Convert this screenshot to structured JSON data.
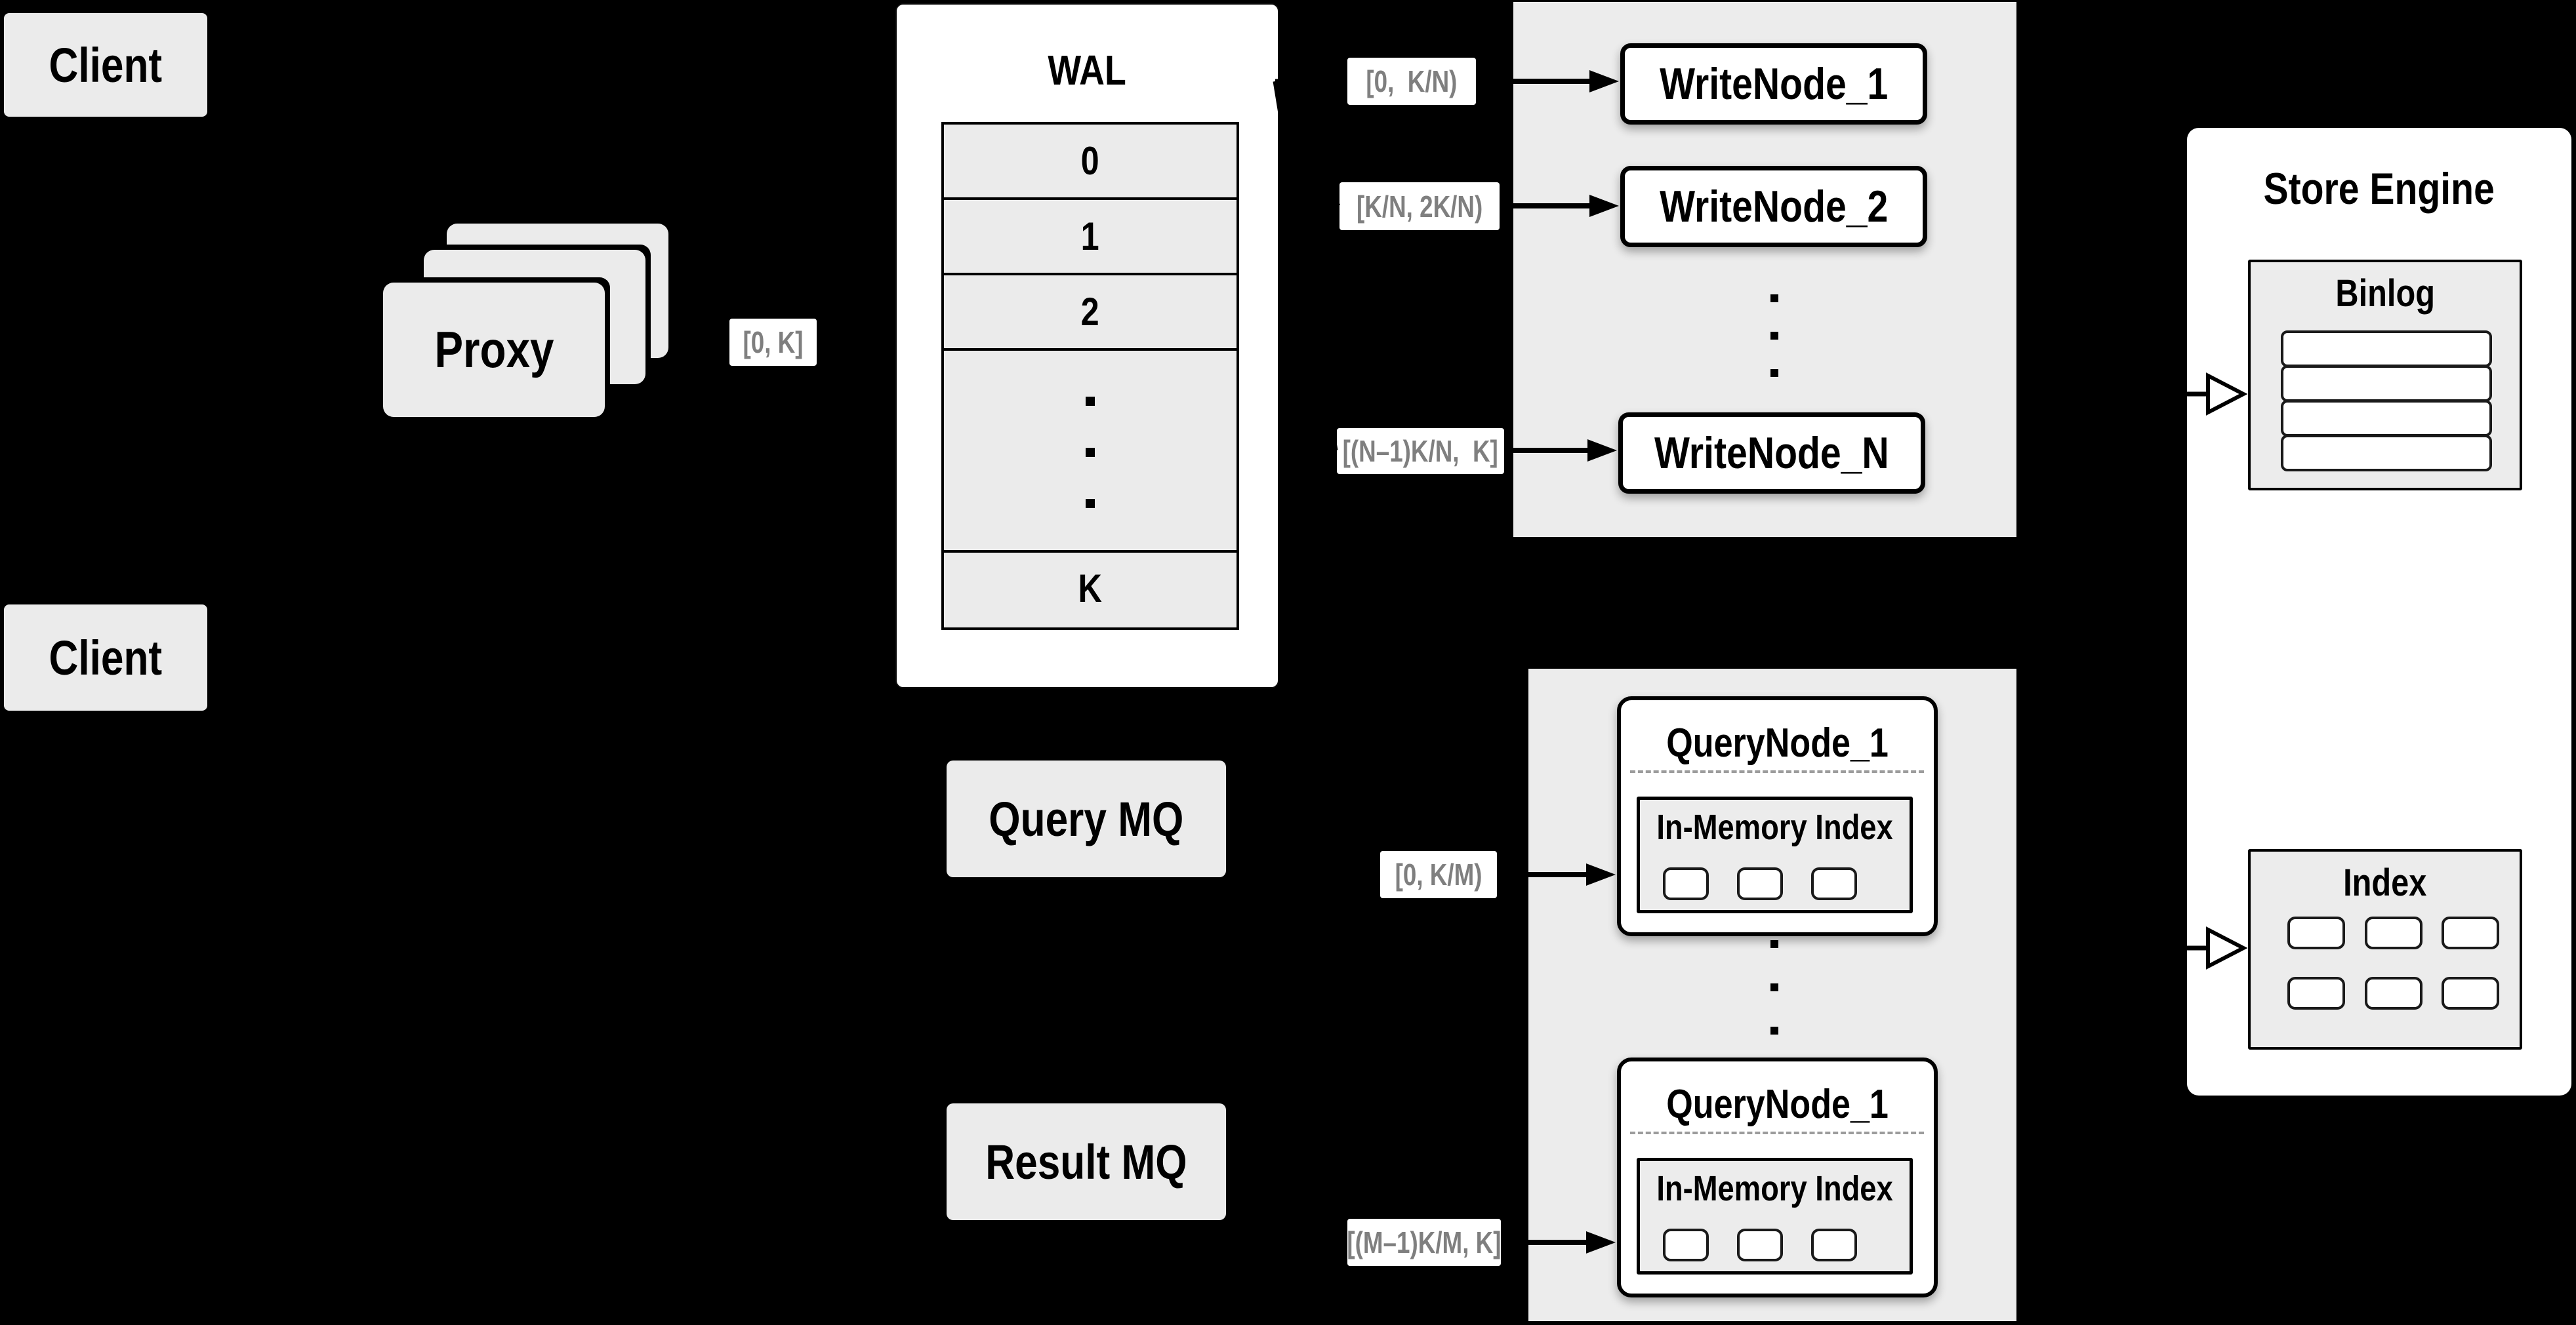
{
  "colors": {
    "background": "#000000",
    "panel_gray": "#ececec",
    "box_gray": "#ebebeb",
    "node_white": "#ffffff",
    "line_black": "#000000",
    "chip_text_gray": "#7f7f7f",
    "dash_gray": "#9c9c9c"
  },
  "clients": [
    {
      "label": "Client"
    },
    {
      "label": "Client"
    }
  ],
  "proxy": {
    "label": "Proxy"
  },
  "chips": {
    "proxy_range": "[0, K]",
    "write_range_1": "[0,  K/N)",
    "write_range_2": "[K/N, 2K/N)",
    "write_range_n": "[(N–1)K/N,  K]",
    "query_range_1": "[0, K/M)",
    "query_range_m": "[(M–1)K/M, K]"
  },
  "wal": {
    "title": "WAL",
    "rows": [
      "0",
      "1",
      "2"
    ],
    "last_row": "K"
  },
  "write_nodes": [
    "WriteNode_1",
    "WriteNode_2",
    "WriteNode_N"
  ],
  "store_engine": {
    "title": "Store Engine",
    "binlog_title": "Binlog",
    "index_title": "Index"
  },
  "mq": {
    "query_label": "Query MQ",
    "result_label": "Result MQ"
  },
  "query_nodes": [
    {
      "title": "QueryNode_1",
      "index_label": "In-Memory Index"
    },
    {
      "title": "QueryNode_1",
      "index_label": "In-Memory Index"
    }
  ]
}
